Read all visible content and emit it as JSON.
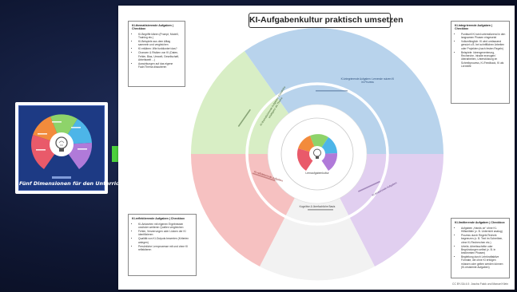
{
  "thumbnail": {
    "caption": "Fünf Dimensionen für den Unterricht",
    "colors": [
      "#f28b3c",
      "#8ed36a",
      "#4db5e8",
      "#b07ad9",
      "#e95a6a"
    ]
  },
  "arrow_color": "#4cd13c",
  "poster": {
    "title": "KI-Aufgabenkultur praktisch umsetzen",
    "footer": "CC BY-SA 4.0: Joscha Falck und Manuel Klein",
    "colors": {
      "green": "#d8eec5",
      "blue": "#b8d3ec",
      "red": "#f6c1c1",
      "purple": "#e1cff0",
      "grey": "#f2f2f2"
    },
    "sectors": {
      "green": "KI-thematisierende Aufgaben: Künstliche Intelligenz als Thema",
      "blue": "KI-integrierende Aufgaben: Lernende nutzen KI im Prozess",
      "red": "KI-reflektierende Aufgaben",
      "purple": "KI-limitierende Aufgaben",
      "grey": "Kognitive & überfachliche Basis"
    },
    "inner_ring": "Lernaufgabenkultur",
    "boxes": {
      "top_left": {
        "heading": "KI-thematisierende Aufgaben | Checkbox",
        "items": [
          "KI-Begriffe klären (Prompt, Modell, Training etc.)",
          "KI-Beispiele aus dem Alltag sammeln und vergleichen",
          "KI erklären: Wie funktioniert das?",
          "Chancen & Risiken von KI (Daten, Fehler, Bias, Umwelt, Gesellschaft, Arbeitswelt ...)",
          "Auswirkungen auf das eigene Fach/Thema diskutieren"
        ]
      },
      "top_right": {
        "heading": "KI-integrierende Aufgaben | Checkbox",
        "items": [
          "Punktuell KI wird unterstützend in den langsamen Phasen eingesetzt",
          "Vollumfänglich: KI wird umfassend genutzt z.B. bei schriftlichen Arbeiten oder Projekten (nach festen Regeln)",
          "Beispiele: Ideengenerierung, Recherche, Inhalte erzeugen/überarbeiten, Unterstützung im Schreibprozess, KI-Feedback, KI als Lernhilfe"
        ]
      },
      "bottom_left": {
        "heading": "KI-reflektierende Aufgaben | Checkbox",
        "items": [
          "KI-Antworten mit eigenen Ergebnissen und/oder weiteren Quellen vergleichen",
          "Fehler, Verzerrungen oder Lücken der KI identifizieren",
          "Qualität von KI-Outputs bewerten (Kriterien anlegen)",
          "Persönliche Lernprozesse mit und ohne KI reflektieren"
        ]
      },
      "bottom_right": {
        "heading": "KI-limitierende Aufgaben | Checkbox",
        "items": [
          "Aufgaben „Hands on“ ohne KI-Hilfsmitteln (z. B. Unterricht analog)",
          "Prozess durch Regeln/Technik begrenzen (z. B. Text im Schreiben, ohne KI-Recherchen etc.)",
          "Urteile, Arbeitsschritte oder Begründungen selbst (z. B. in bestimmten Phasen)",
          "Begleitung durch Lehrkraftaktive Formate, die ohne KI erfolgen müssen oder gelten werden können (KI-resistente Aufgaben)"
        ]
      }
    }
  }
}
